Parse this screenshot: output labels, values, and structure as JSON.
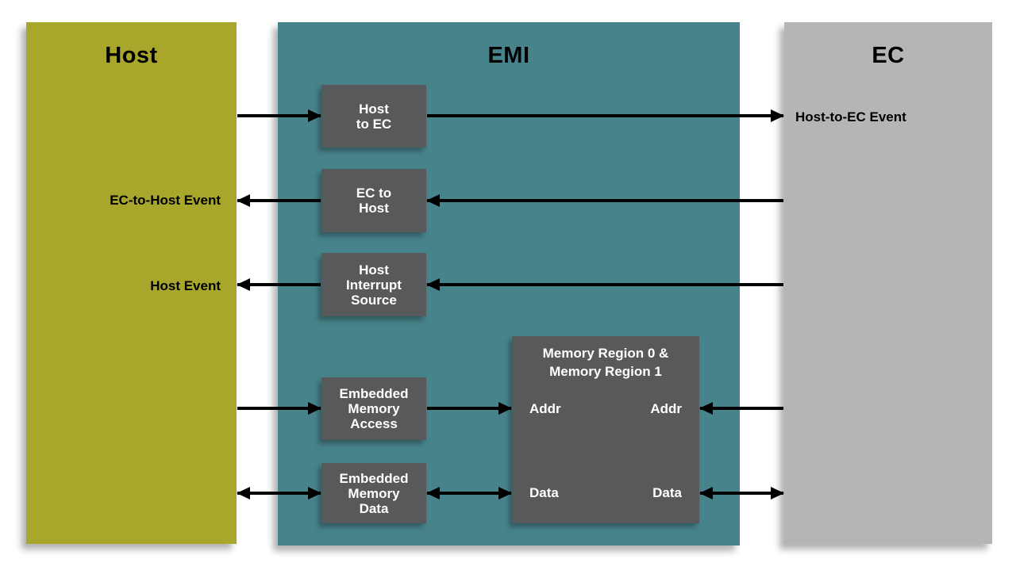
{
  "columns": {
    "host": {
      "title": "Host",
      "color": "#a8a62b"
    },
    "emi": {
      "title": "EMI",
      "color": "#47838b"
    },
    "ec": {
      "title": "EC",
      "color": "#b5b5b6"
    }
  },
  "host_labels": {
    "ec_to_host_event": "EC-to-Host Event",
    "host_event": "Host Event"
  },
  "ec_labels": {
    "host_to_ec_event": "Host-to-EC Event"
  },
  "blocks": {
    "host_to_ec": {
      "line1": "Host",
      "line2": "to EC"
    },
    "ec_to_host": {
      "line1": "EC to",
      "line2": "Host"
    },
    "host_interrupt_source": {
      "line1": "Host",
      "line2": "Interrupt",
      "line3": "Source"
    },
    "embedded_memory_access": {
      "line1": "Embedded",
      "line2": "Memory",
      "line3": "Access"
    },
    "embedded_memory_data": {
      "line1": "Embedded",
      "line2": "Memory",
      "line3": "Data"
    }
  },
  "memory_region": {
    "title_line1": "Memory Region 0 &",
    "title_line2": "Memory Region 1",
    "addr_left": "Addr",
    "addr_right": "Addr",
    "data_left": "Data",
    "data_right": "Data"
  },
  "colors": {
    "host_column": "#a8a62b",
    "emi_column": "#47838b",
    "ec_column": "#b5b5b6",
    "block": "#58595a",
    "block_text": "#ffffff",
    "label_text": "#000000",
    "arrow": "#000000",
    "background": "#ffffff"
  },
  "connections": [
    {
      "from": "Host",
      "to": "Host to EC",
      "arrowhead": "right",
      "bidirectional": false
    },
    {
      "from": "Host to EC",
      "to": "EC / Host-to-EC Event",
      "arrowhead": "right",
      "bidirectional": false
    },
    {
      "from": "EC",
      "to": "EC to Host",
      "arrowhead": "left",
      "bidirectional": false
    },
    {
      "from": "EC to Host",
      "to": "Host / EC-to-Host Event",
      "arrowhead": "left",
      "bidirectional": false
    },
    {
      "from": "EC",
      "to": "Host Interrupt Source",
      "arrowhead": "left",
      "bidirectional": false
    },
    {
      "from": "Host Interrupt Source",
      "to": "Host / Host Event",
      "arrowhead": "left",
      "bidirectional": false
    },
    {
      "from": "Host",
      "to": "Embedded Memory Access",
      "arrowhead": "right",
      "bidirectional": false
    },
    {
      "from": "Embedded Memory Access",
      "to": "Memory Region Addr (left)",
      "arrowhead": "right",
      "bidirectional": false
    },
    {
      "from": "EC",
      "to": "Memory Region Addr (right)",
      "arrowhead": "left",
      "bidirectional": false
    },
    {
      "from": "Host",
      "to": "Embedded Memory Data",
      "arrowhead": "both",
      "bidirectional": true
    },
    {
      "from": "Embedded Memory Data",
      "to": "Memory Region Data (left)",
      "arrowhead": "both",
      "bidirectional": true
    },
    {
      "from": "EC",
      "to": "Memory Region Data (right)",
      "arrowhead": "both",
      "bidirectional": true
    }
  ]
}
